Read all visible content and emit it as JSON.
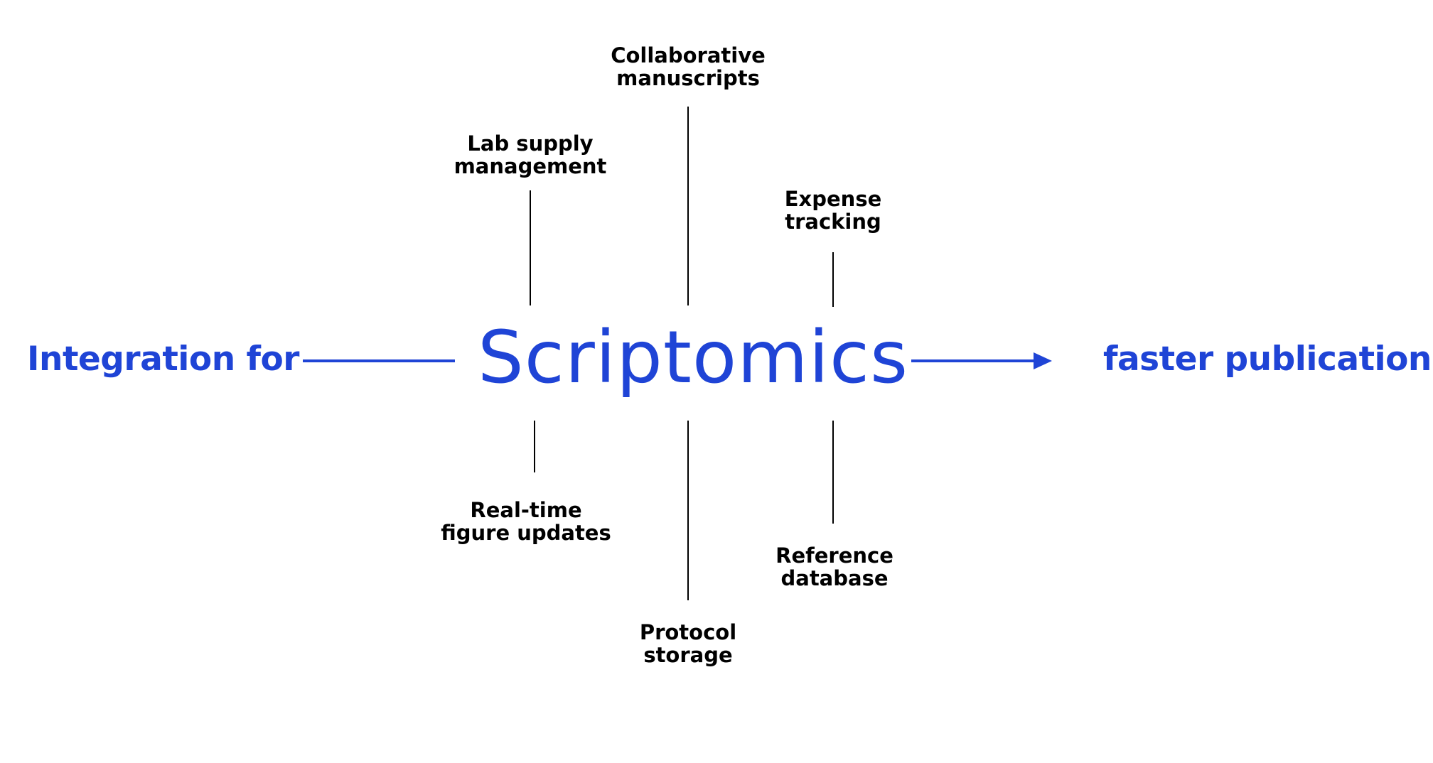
{
  "left_text": "Integration for",
  "center_title": "Scriptomics",
  "right_text": "faster publication",
  "features": {
    "collaborative": [
      "Collaborative",
      "manuscripts"
    ],
    "lab_supply": [
      "Lab supply",
      "management"
    ],
    "expense": [
      "Expense",
      "tracking"
    ],
    "realtime": [
      "Real-time",
      "figure updates"
    ],
    "protocol": [
      "Protocol",
      "storage"
    ],
    "reference": [
      "Reference",
      "database"
    ]
  },
  "colors": {
    "accent": "#1f44d6",
    "text": "#000000",
    "background": "#ffffff"
  }
}
